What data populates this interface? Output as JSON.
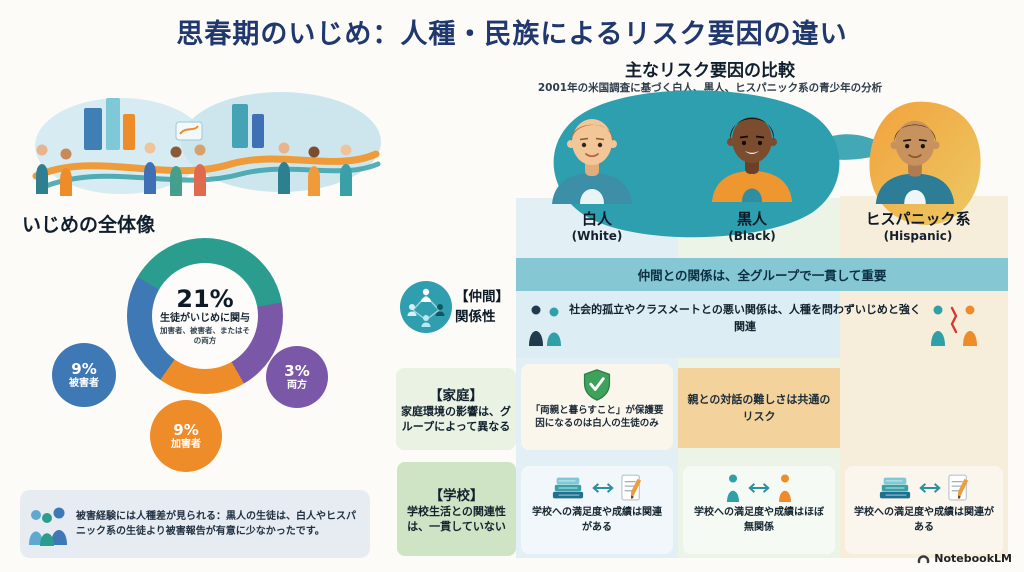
{
  "title": "思春期のいじめ：人種・民族によるリスク要因の違い",
  "chart_data": {
    "type": "pie",
    "title": "いじめの全体像",
    "labels": [
      "被害者",
      "両方",
      "加害者"
    ],
    "values": [
      9,
      3,
      9
    ],
    "center_total_label": "21% 生徒がいじめに関与"
  },
  "overview": {
    "heading": "いじめの全体像",
    "donut": {
      "percent": "21%",
      "label": "生徒がいじめに関与",
      "sublabel": "加害者、被害者、またはその両方"
    },
    "bubbles": {
      "victim": {
        "percent": "9%",
        "label": "被害者"
      },
      "both": {
        "percent": "3%",
        "label": "両方"
      },
      "perpetrator": {
        "percent": "9%",
        "label": "加害者"
      }
    },
    "note": "被害経験には人種差が見られる：黒人の生徒は、白人やヒスパニック系の生徒より被害報告が有意に少なかったです。"
  },
  "comparison": {
    "heading": "主なリスク要因の比較",
    "subheading": "2001年の米国調査に基づく白人、黒人、ヒスパニック系の青少年の分析",
    "groups": [
      {
        "name": "白人",
        "en": "(White)"
      },
      {
        "name": "黒人",
        "en": "(Black)"
      },
      {
        "name": "ヒスパニック系",
        "en": "(Hispanic)"
      }
    ],
    "peer": {
      "tag": "【仲間】",
      "label": "関係性",
      "banner": "仲間との関係は、全グループで一貫して重要",
      "detail": "社会的孤立やクラスメートとの悪い関係は、人種を問わずいじめと強く関連"
    },
    "family": {
      "tag": "【家庭】",
      "label": "家庭環境の影響は、グループによって異なる",
      "white_cell": "「両親と暮らすこと」が保護要因になるのは白人の生徒のみ",
      "shared_cell": "親との対話の難しさは共通のリスク"
    },
    "school": {
      "tag": "【学校】",
      "label": "学校生活との関連性は、一貫していない",
      "cells": [
        "学校への満足度や成績は関連がある",
        "学校への満足度や成績はほぼ無関係",
        "学校への満足度や成績は関連がある"
      ]
    }
  },
  "footer": {
    "brand": "NotebookLM"
  }
}
